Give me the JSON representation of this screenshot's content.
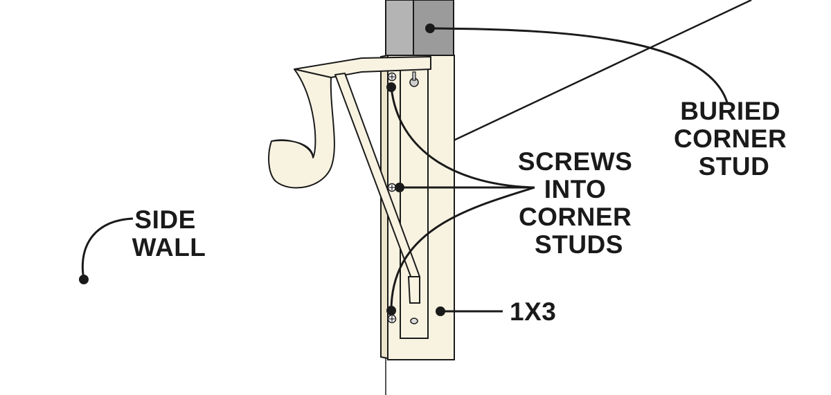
{
  "labels": {
    "buried_corner_stud": [
      "BURIED",
      "CORNER",
      "STUD"
    ],
    "screws_into_corner_studs": [
      "SCREWS",
      "INTO",
      "CORNER",
      "STUDS"
    ],
    "side_wall": [
      "SIDE",
      "WALL"
    ],
    "board": [
      "1X3"
    ]
  },
  "colors": {
    "outline": "#1a1a1a",
    "stud_face": "#9b9b9b",
    "stud_side": "#b4b4b4",
    "wood": "#f8f3e1",
    "wood_shadow": "#ece5cc",
    "background": "#ffffff"
  }
}
